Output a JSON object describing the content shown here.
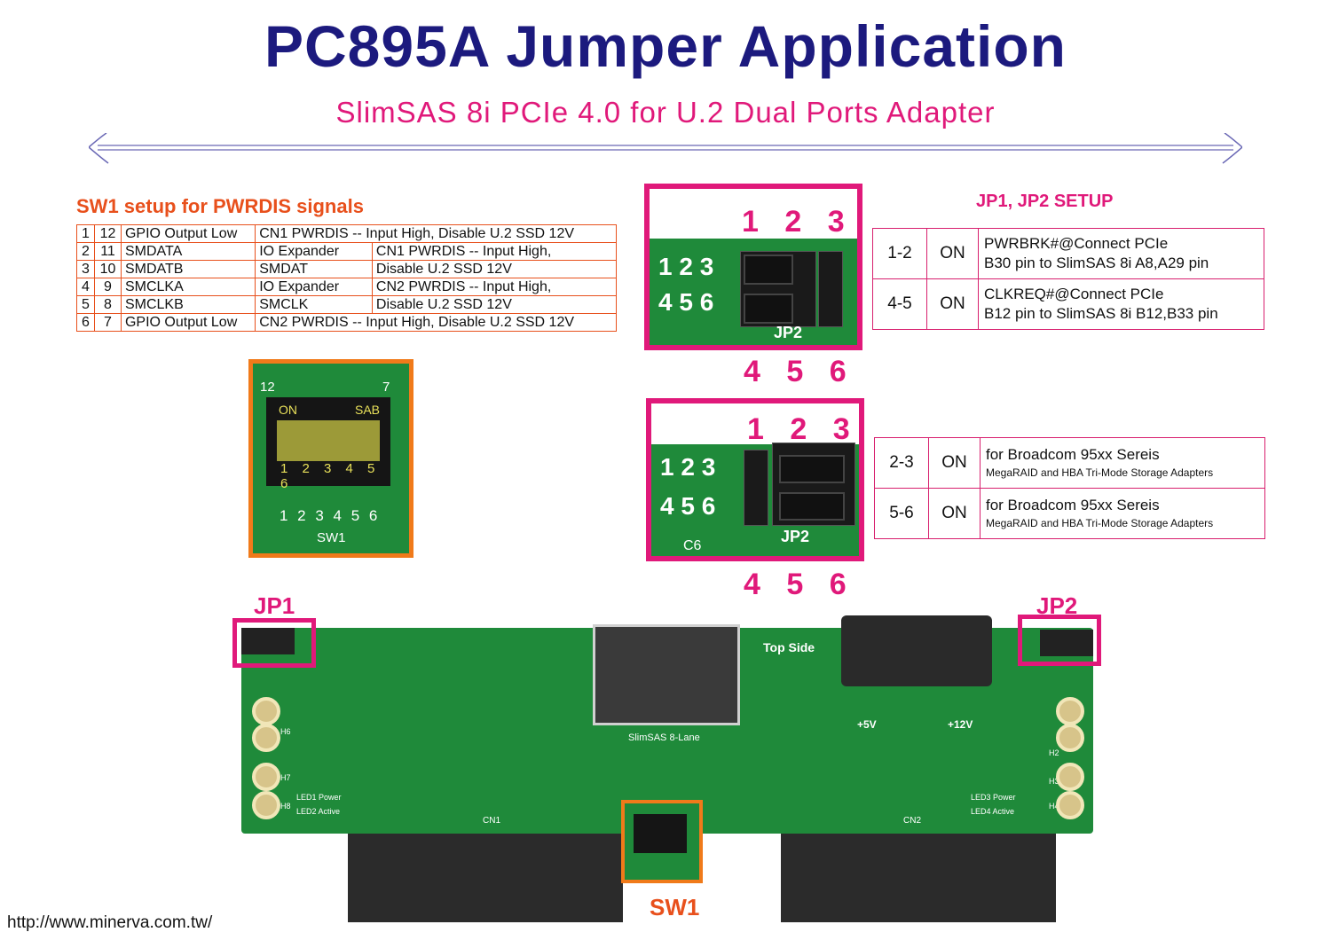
{
  "title": "PC895A Jumper Application",
  "subtitle": "SlimSAS 8i PCIe 4.0 for U.2 Dual Ports Adapter",
  "sw1": {
    "heading": "SW1 setup  for PWRDIS signals",
    "rows": [
      {
        "a": "1",
        "b": "12",
        "sig": "GPIO Output Low"
      },
      {
        "a": "2",
        "b": "11",
        "sig": "SMDATA",
        "dev": "IO Expander"
      },
      {
        "a": "3",
        "b": "10",
        "sig": "SMDATB",
        "dev": "SMDAT"
      },
      {
        "a": "4",
        "b": "9",
        "sig": "SMCLKA",
        "dev": "IO Expander"
      },
      {
        "a": "5",
        "b": "8",
        "sig": "SMCLKB",
        "dev": "SMCLK"
      },
      {
        "a": "6",
        "b": "7",
        "sig": "GPIO Output Low"
      }
    ],
    "cn1_full": "CN1 PWRDIS -- Input High, Disable U.2 SSD 12V",
    "cn1_a": "CN1 PWRDIS -- Input High,",
    "cn1_b": "Disable U.2 SSD 12V",
    "cn2_a": "CN2 PWRDIS -- Input High,",
    "cn2_b": "Disable U.2 SSD 12V",
    "cn2_full": "CN2 PWRDIS -- Input High, Disable U.2 SSD 12V",
    "photo": {
      "top_left": "12",
      "top_right": "7",
      "on": "ON",
      "sab": "SAB",
      "switch_nums": "1 2 3 4 5 6",
      "bottom_nums": "1 2 3 4 5 6",
      "label": "SW1"
    }
  },
  "jp": {
    "heading": "JP1, JP2 SETUP",
    "jp1_rows": [
      {
        "pins": "1-2",
        "state": "ON",
        "line1": "PWRBRK#@Connect PCIe",
        "line2": "B30 pin to SlimSAS 8i A8,A29 pin"
      },
      {
        "pins": "4-5",
        "state": "ON",
        "line1": "CLKREQ#@Connect PCIe",
        "line2": "B12 pin to SlimSAS 8i B12,B33 pin"
      }
    ],
    "jp2_rows": [
      {
        "pins": "2-3",
        "state": "ON",
        "line1": "for Broadcom 95xx Sereis",
        "line2": "MegaRAID and HBA Tri-Mode Storage Adapters"
      },
      {
        "pins": "5-6",
        "state": "ON",
        "line1": "for Broadcom 95xx Sereis",
        "line2": "MegaRAID and HBA Tri-Mode Storage Adapters"
      }
    ],
    "photo": {
      "top_pins": "1 2 3",
      "bottom_pins": "4 5 6",
      "silk_top": "1 2 3",
      "silk_bottom": "4 5 6",
      "silk_label": "JP2",
      "silk_c6": "C6"
    }
  },
  "board": {
    "jp1_label": "JP1",
    "jp2_label": "JP2",
    "sw1_label": "SW1",
    "top_side": "Top Side",
    "slimsas": "SlimSAS 8-Lane",
    "cn1": "CN1",
    "cn2": "CN2",
    "led1": "LED1 Power",
    "led2": "LED2 Active",
    "led3": "LED3 Power",
    "led4": "LED4 Active",
    "plus5v": "+5V",
    "plus12v": "+12V",
    "h6": "H6",
    "h7": "H7",
    "h8": "H8",
    "h2": "H2",
    "h3": "H3",
    "h4": "H4"
  },
  "colors": {
    "navy": "#1c1a7e",
    "magenta": "#e0197a",
    "orange": "#e8501c",
    "pcb": "#1f8a3a"
  },
  "url": "http://www.minerva.com.tw/"
}
